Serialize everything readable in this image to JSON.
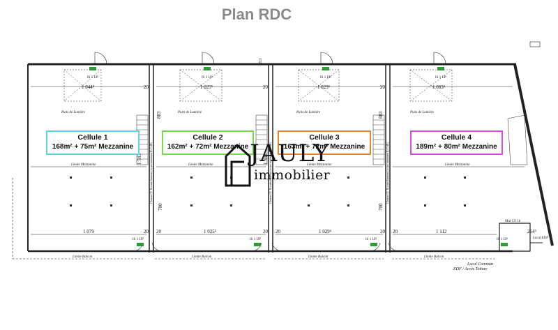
{
  "title": "Plan RDC",
  "colors": {
    "cellule_1": "#5bd5e6",
    "cellule_2": "#7bd84d",
    "cellule_3": "#e5852b",
    "cellule_4": "#d64fd6"
  },
  "cells": [
    {
      "name": "Cellule 1",
      "area": "168m² + 75m² Mezzanine"
    },
    {
      "name": "Cellule 2",
      "area": "162m² + 72m² Mezzanine"
    },
    {
      "name": "Cellule 3",
      "area": "163m² + 72m² Mezzanine"
    },
    {
      "name": "Cellule 4",
      "area": "189m² + 80m² Mezzanine"
    }
  ],
  "top_dims": [
    "1 044⁵",
    "1 025⁵",
    "1 029⁵",
    "1 083⁵"
  ],
  "bottom_dims": [
    "1 079",
    "1 025⁵",
    "1 029⁵",
    "1 112"
  ],
  "wall_label": "20",
  "exit_label": "IS 1 UP",
  "puits_label": "Puits de Lumière",
  "mezzanine_limit": "Limite Mezzanine",
  "balcon_limit": "Limite Balcon",
  "vertical_dims": {
    "d883": "883",
    "d700": "700",
    "d1583": "1 583",
    "d211": "211",
    "d264": "264⁵"
  },
  "cloison_label": "Cloison CF 1h toute hauteur (ou au minimum R+1 dB)",
  "mur_cf": "Mur CF 1h",
  "local_commun": "Local Commun",
  "edf_acces": "EDF / Accès Toiture",
  "local_edf": "Local EDF",
  "logo": {
    "word": "JAULY",
    "sub": "immobilier"
  }
}
